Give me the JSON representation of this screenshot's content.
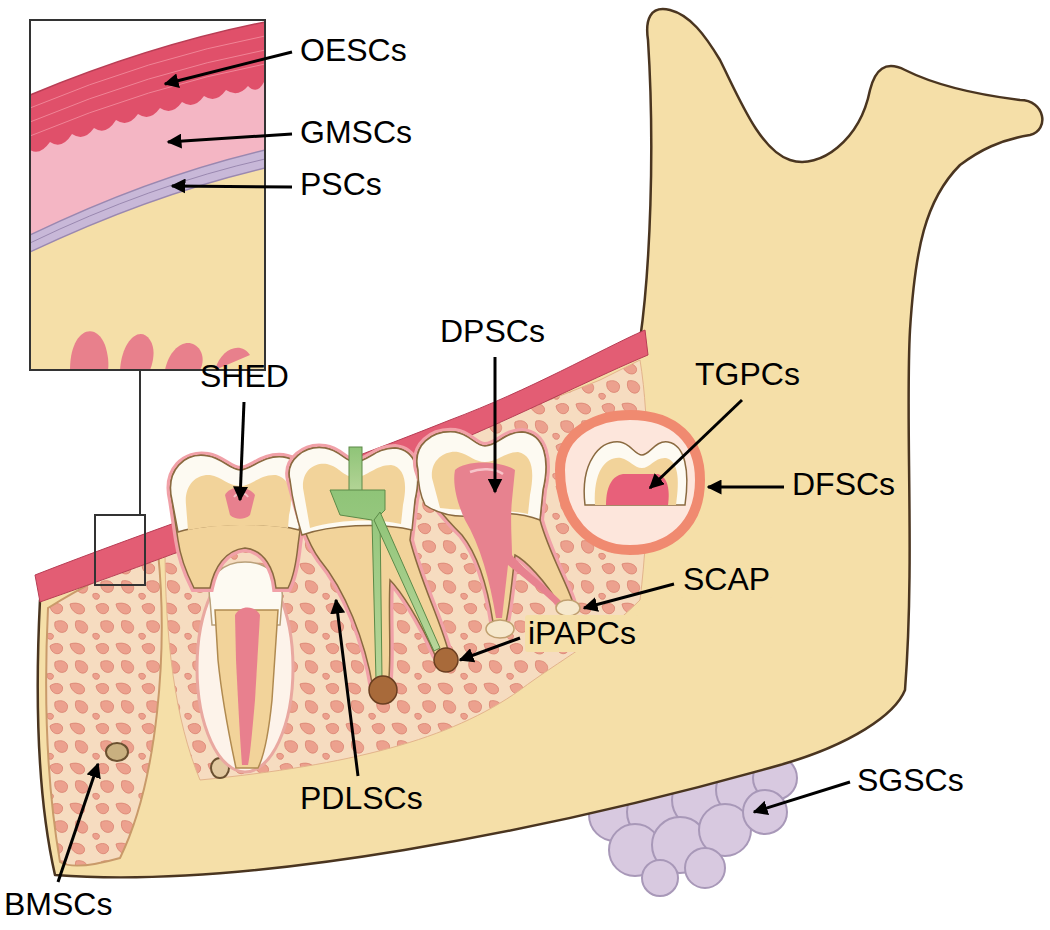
{
  "diagram": {
    "labels": [
      "OESCs",
      "GMSCs",
      "PSCs",
      "SHED",
      "DPSCs",
      "TGPCs",
      "DFSCs",
      "SCAP",
      "iPAPCs",
      "PDLSCs",
      "SGSCs",
      "BMSCs"
    ]
  }
}
